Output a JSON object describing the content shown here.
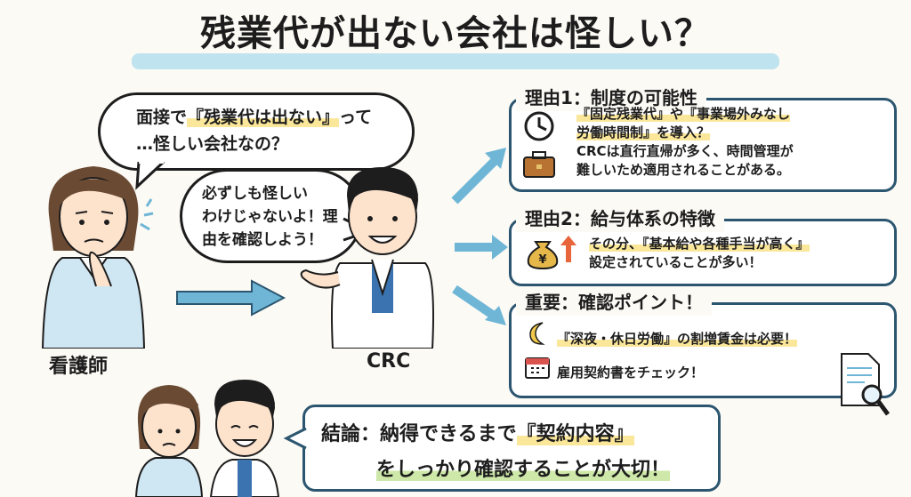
{
  "title": "残業代が出ない会社は怪しい？",
  "nurse_bubble": {
    "line1_pre": "面接で",
    "line1_quote": "『残業代は出ない』",
    "line1_post": "って",
    "line2": "…怪しい会社なの？"
  },
  "crc_bubble": {
    "line1": "必ずしも怪しい",
    "line2": "わけじゃないよ！理",
    "line3": "由を確認しよう！"
  },
  "labels": {
    "nurse": "看護師",
    "crc": "CRC"
  },
  "reasons": [
    {
      "title": "理由1：制度の可能性",
      "lines": [
        "『固定残業代』や『事業場外みなし",
        "労働時間制』を導入？",
        "CRCは直行直帰が多く、時間管理が",
        "難しいため適用されることがある。"
      ],
      "icons": [
        "clock-icon",
        "briefcase-icon"
      ]
    },
    {
      "title": "理由2：給与体系の特徴",
      "lines": [
        "その分、『基本給や各種手当が高く』",
        "設定されていることが多い！"
      ],
      "icons": [
        "money-bag-icon",
        "arrow-up-icon"
      ]
    },
    {
      "title": "重要：確認ポイント！",
      "lines": [
        "『深夜・休日労働』の割増賃金は必要！",
        "雇用契約書をチェック！"
      ],
      "icons": [
        "moon-icon",
        "calendar-icon",
        "document-magnifier-icon"
      ]
    }
  ],
  "conclusion": {
    "prefix": "結論：",
    "line1_pre": "納得できるまで",
    "line1_quote": "『契約内容』",
    "line2": "をしっかり確認することが大切！"
  },
  "colors": {
    "accent_blue": "#6fb6d6",
    "card_border": "#2c5670",
    "highlight_yellow": "#fbe79a",
    "highlight_green": "#cde8a8",
    "title_highlight": "#bfe3ef"
  }
}
